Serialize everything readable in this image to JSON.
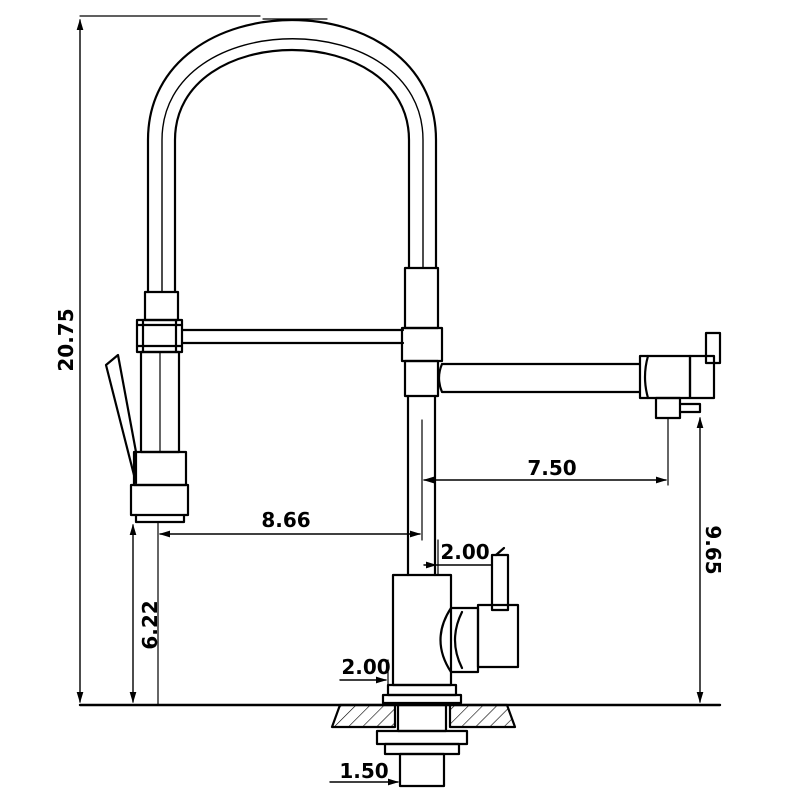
{
  "drawing": {
    "subject": "faucet",
    "line_color": "#000000",
    "background": "#ffffff"
  },
  "dimensions": {
    "overall_height": "20.75",
    "spout_reach": "8.66",
    "pot_filler_reach": "7.50",
    "pot_filler_height": "9.65",
    "spray_height": "6.22",
    "body_width": "2.00",
    "base_width": "2.00",
    "shank_diameter": "1.50"
  }
}
